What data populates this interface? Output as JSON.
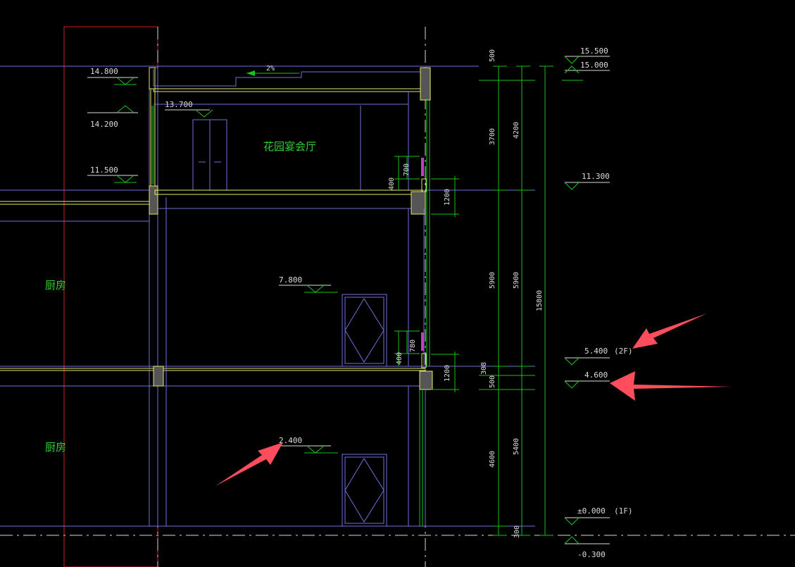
{
  "colors": {
    "background": "#000000",
    "wall_blue": "#6f6fd8",
    "slab_yellow": "#e6e66a",
    "dim_green": "#19c419",
    "text_white": "#dcdcdc",
    "room_green": "#2fd22f",
    "grid_red": "#d11f1f",
    "arrow_red": "#ff4d5e",
    "magenta": "#c43fc4"
  },
  "left_elevations": [
    "14.800",
    "14.200",
    "13.700",
    "11.500",
    "7.800",
    "2.400"
  ],
  "room_labels": {
    "garden_hall": "花园宴会厅",
    "kitchen_upper": "厨房",
    "kitchen_lower": "厨房"
  },
  "roof_slope": "2%",
  "right_elevations": {
    "e15500": "15.500",
    "e15000": "15.000",
    "e11300": "11.300",
    "e5400": "5.400",
    "e5400_floor": "(2F)",
    "e4600": "4.600",
    "e0000": "±0.000",
    "e0000_floor": "(1F)",
    "e_neg0300": "-0.300"
  },
  "dims": {
    "c1": [
      "500",
      "3700",
      "5900",
      "308",
      "500",
      "4600",
      "300"
    ],
    "c2": [
      "4200",
      "5900",
      "5400"
    ],
    "c3": "15800",
    "window_1200_upper": "1200",
    "window_1200_lower": "1200",
    "sill_400_upper": "400",
    "sill_700_upper": "700",
    "sill_400_lower": "400",
    "sill_780_lower": "780"
  }
}
